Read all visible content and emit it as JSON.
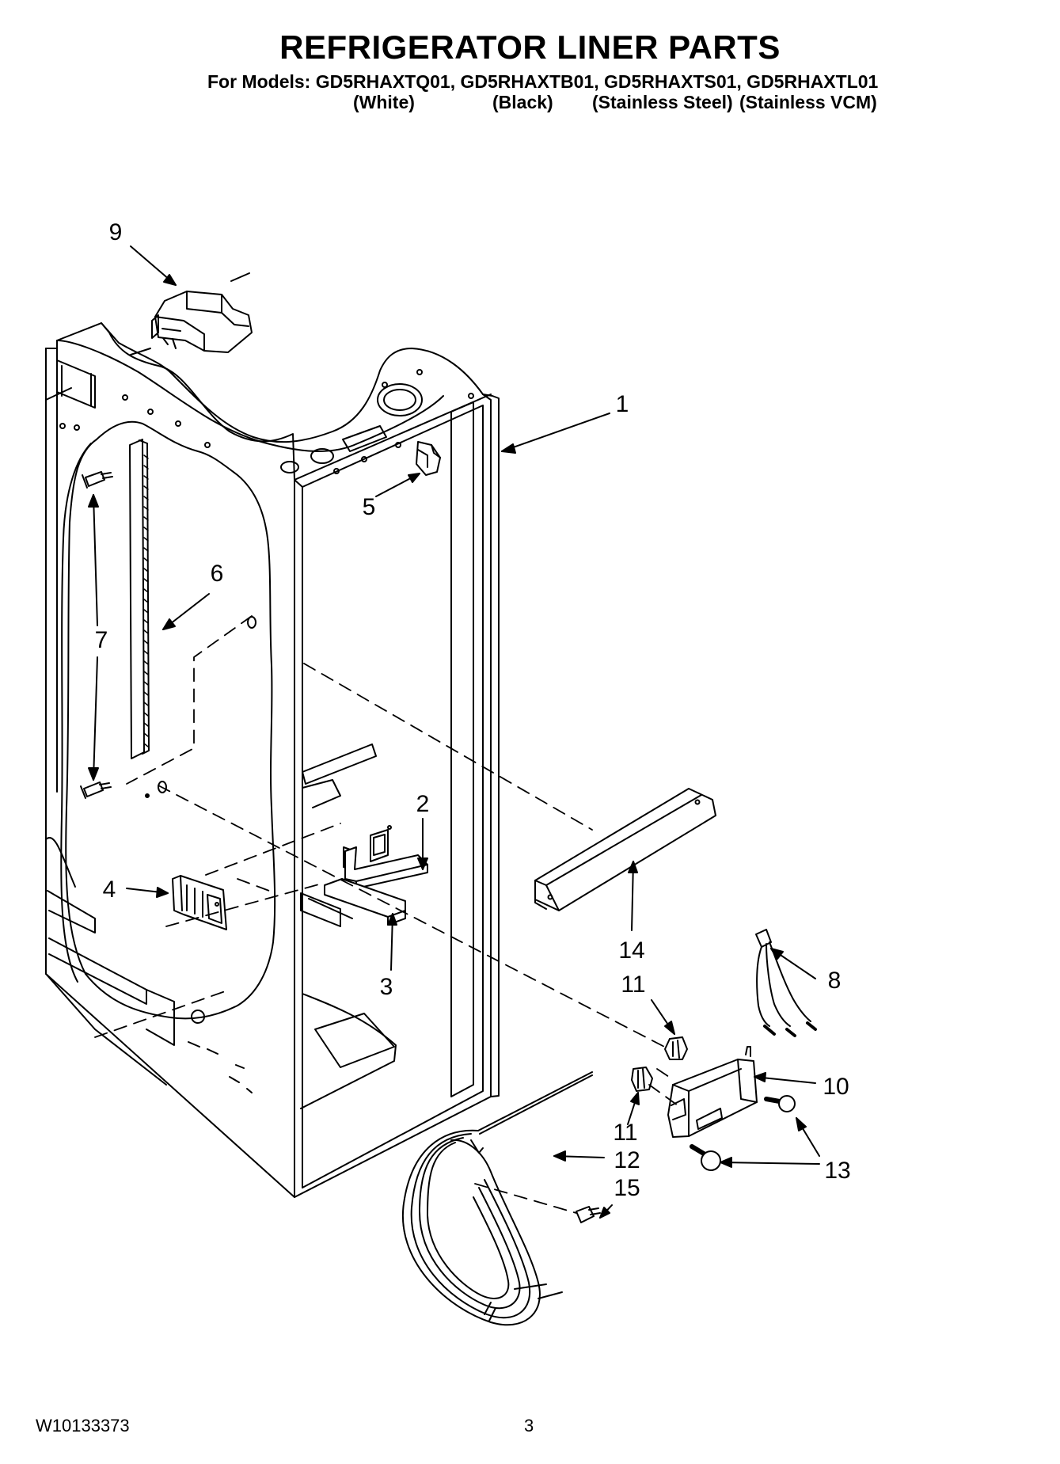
{
  "header": {
    "title": "REFRIGERATOR LINER PARTS",
    "models_line": "For Models: GD5RHAXTQ01, GD5RHAXTB01, GD5RHAXTS01, GD5RHAXTL01",
    "variants": [
      "(White)",
      "(Black)",
      "(Stainless Steel)",
      "(Stainless VCM)"
    ]
  },
  "callouts": {
    "c1": "1",
    "c2": "2",
    "c3": "3",
    "c4": "4",
    "c5": "5",
    "c6": "6",
    "c7": "7",
    "c8": "8",
    "c9": "9",
    "c10": "10",
    "c11a": "11",
    "c11b": "11",
    "c12": "12",
    "c13": "13",
    "c14": "14",
    "c15": "15"
  },
  "footer": {
    "doc_number": "W10133373",
    "page_number": "3"
  }
}
